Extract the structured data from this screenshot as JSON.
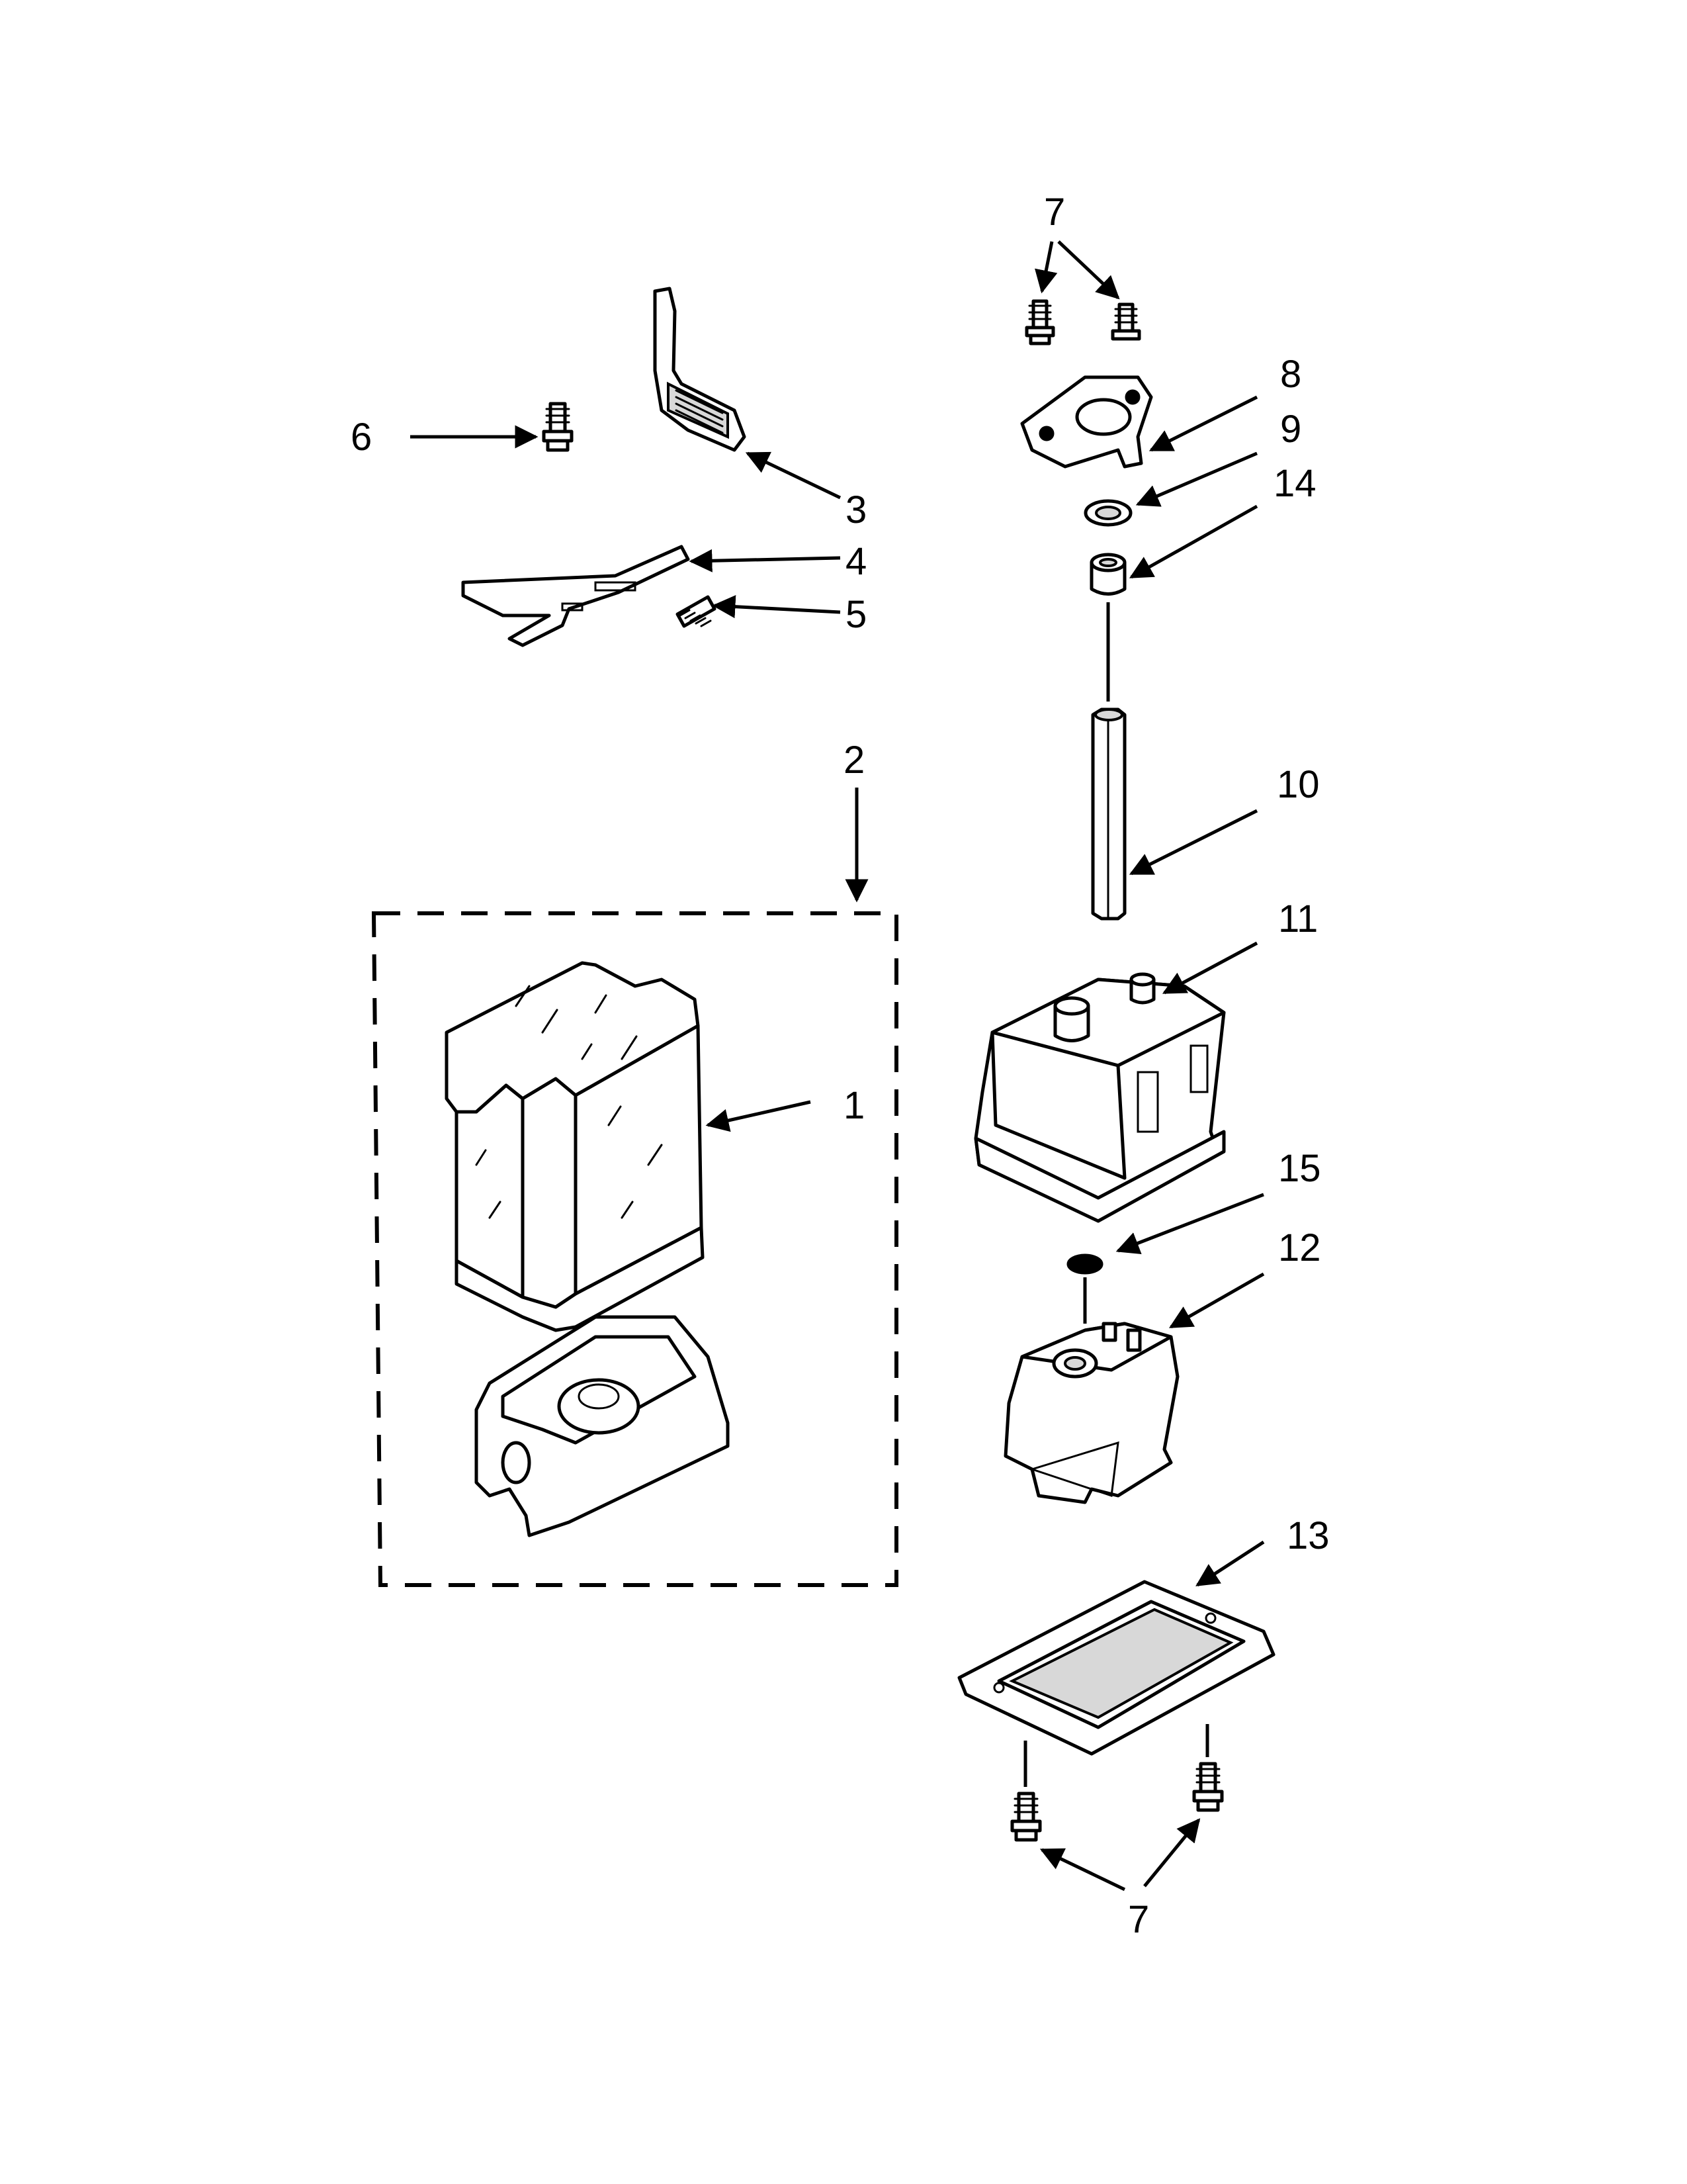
{
  "callouts": {
    "c1": "1",
    "c2": "2",
    "c3": "3",
    "c4": "4",
    "c5": "5",
    "c6": "6",
    "c7_top": "7",
    "c7_bottom": "7",
    "c8": "8",
    "c9": "9",
    "c10": "10",
    "c11": "11",
    "c12": "12",
    "c13": "13",
    "c14": "14",
    "c15": "15"
  }
}
